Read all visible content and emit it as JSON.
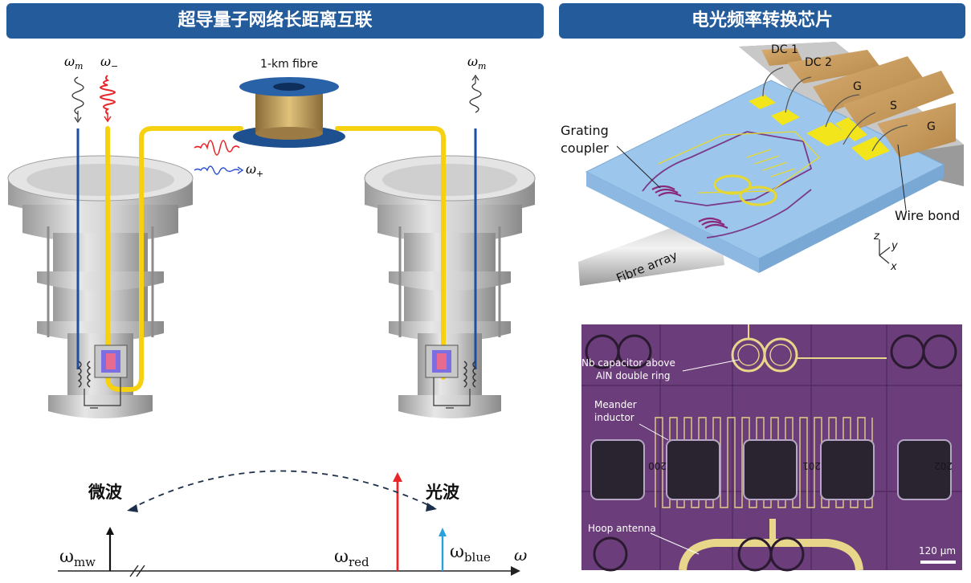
{
  "titles": {
    "left": "超导量子网络长距离互联",
    "right": "电光频率转换芯片"
  },
  "setup": {
    "omega_m_left": "ω",
    "omega_m_left_sub": "m",
    "omega_minus": "ω",
    "omega_minus_sub": "−",
    "omega_plus": "ω",
    "omega_plus_sub": "+",
    "omega_m_right": "ω",
    "omega_m_right_sub": "m",
    "fibre_label": "1-km fibre"
  },
  "spectrum": {
    "microwave_label": "微波",
    "optical_label": "光波",
    "omega_mw": "ω",
    "omega_mw_sub": "mw",
    "omega_red": "ω",
    "omega_red_sub": "red",
    "omega_blue": "ω",
    "omega_blue_sub": "blue",
    "omega_axis": "ω"
  },
  "chip": {
    "dc1": "DC 1",
    "dc2": "DC 2",
    "g1": "G",
    "s": "S",
    "g2": "G",
    "grating_line1": "Grating",
    "grating_line2": "coupler",
    "wire_bond": "Wire bond",
    "fibre_array": "Fibre array",
    "axis_z": "z",
    "axis_y": "y",
    "axis_x": "x"
  },
  "micrograph": {
    "cap_line1": "Nb capacitor above",
    "cap_line2": "AlN double ring",
    "meander_line1": "Meander",
    "meander_line2": "inductor",
    "hoop": "Hoop antenna",
    "scale": "120 μm",
    "die_labels": [
      "200",
      "201",
      "202"
    ]
  },
  "colors": {
    "title_bg": "#245b9a",
    "fibre_yellow": "#f5d10f",
    "cable_blue": "#1f4fa0",
    "red_pulse": "#e8262a",
    "blue_pulse": "#2a4fd0",
    "chip_substrate": "#9cc6ec",
    "gold_pad": "#f2e51c",
    "electrode": "#c79a5e",
    "micrograph_bg": "#6b3d7a"
  }
}
